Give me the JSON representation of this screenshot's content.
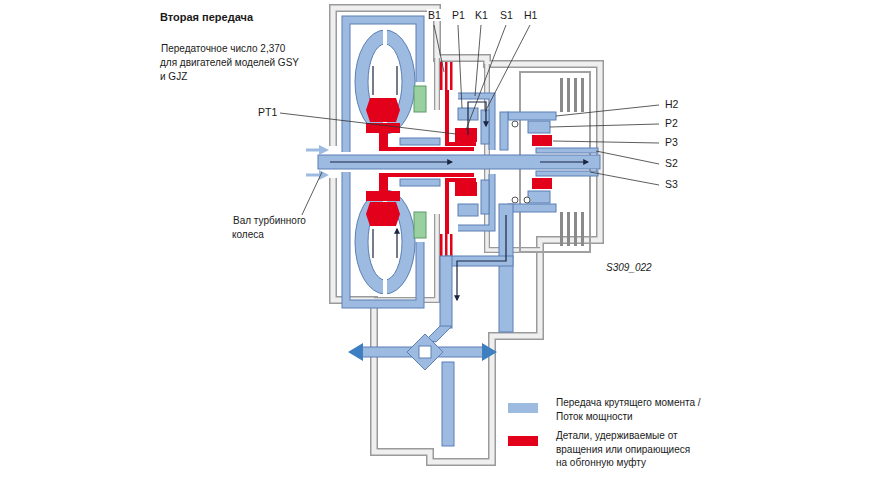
{
  "diagram": {
    "title": "Вторая передача",
    "labels": [
      "Передаточное число 2,370 для двигателей моделей GSY и GJZ",
      "PT1",
      "B1",
      "P1",
      "K1",
      "S1",
      "H1",
      "H2",
      "P2",
      "P3",
      "S2",
      "S3",
      "Вал турбинного колеса",
      "S309_022"
    ],
    "legend": [
      {
        "text": "Передача крутящего момента / Поток мощности",
        "color": "#9dbbe0"
      },
      {
        "text": "Детали, удерживаемые от вращения или опирающиеся на обгонную муфту",
        "color": "#e2001a"
      }
    ]
  }
}
